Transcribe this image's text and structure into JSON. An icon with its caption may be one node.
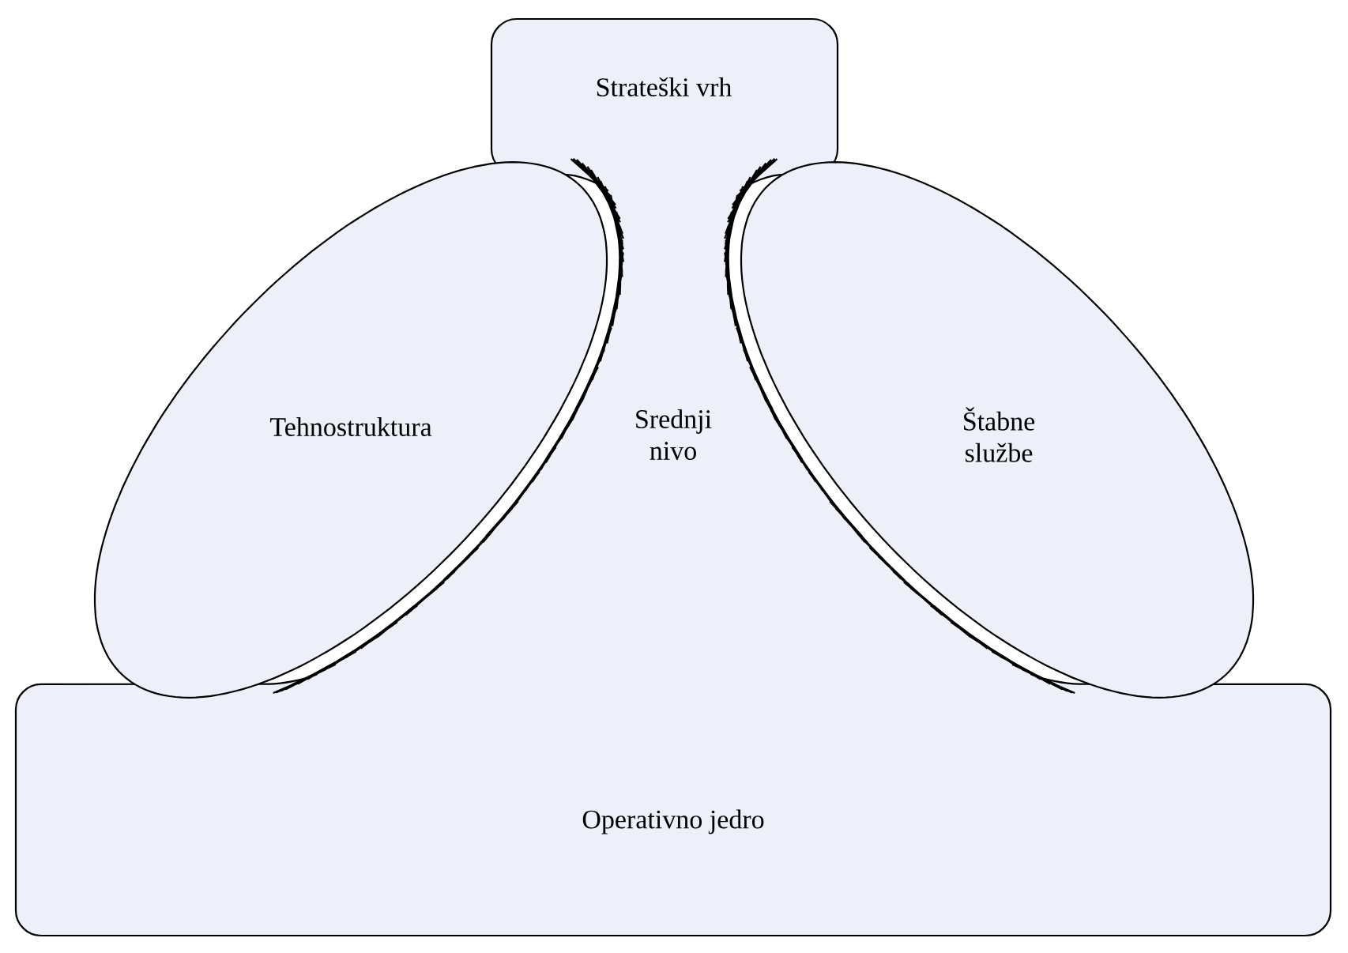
{
  "diagram": {
    "nodes": [
      {
        "text": [
          "Strateški vrh",
          "Srednji nivo",
          "Operativno jedro"
        ]
      },
      {
        "text": [
          "Tehnostruktura"
        ]
      },
      {
        "text": [
          "Štabne službe"
        ]
      }
    ]
  }
}
